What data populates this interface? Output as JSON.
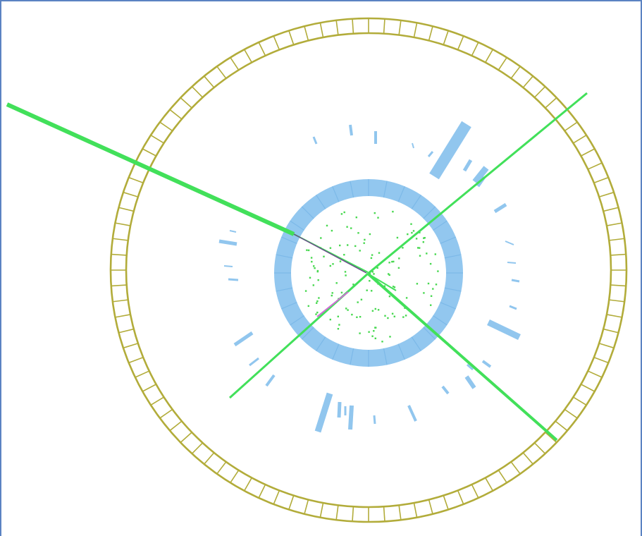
{
  "display": {
    "background": "#ffffff",
    "frame_border_color": "#5b83c2",
    "muon_ring_color": "#b2ac3a",
    "calorimeter_color": "#8cc4ee",
    "calorimeter_segment_color": "#6fb0e4",
    "track_color": "#42e05a",
    "hit_color": "#48d850",
    "vertex_line_colors": [
      "#6a4c8a",
      "#d26bd8"
    ]
  },
  "tracks": [
    {
      "name": "track-upper-left"
    },
    {
      "name": "track-upper-right"
    },
    {
      "name": "track-lower-left"
    },
    {
      "name": "track-lower-right"
    }
  ],
  "muon_segments": 100
}
